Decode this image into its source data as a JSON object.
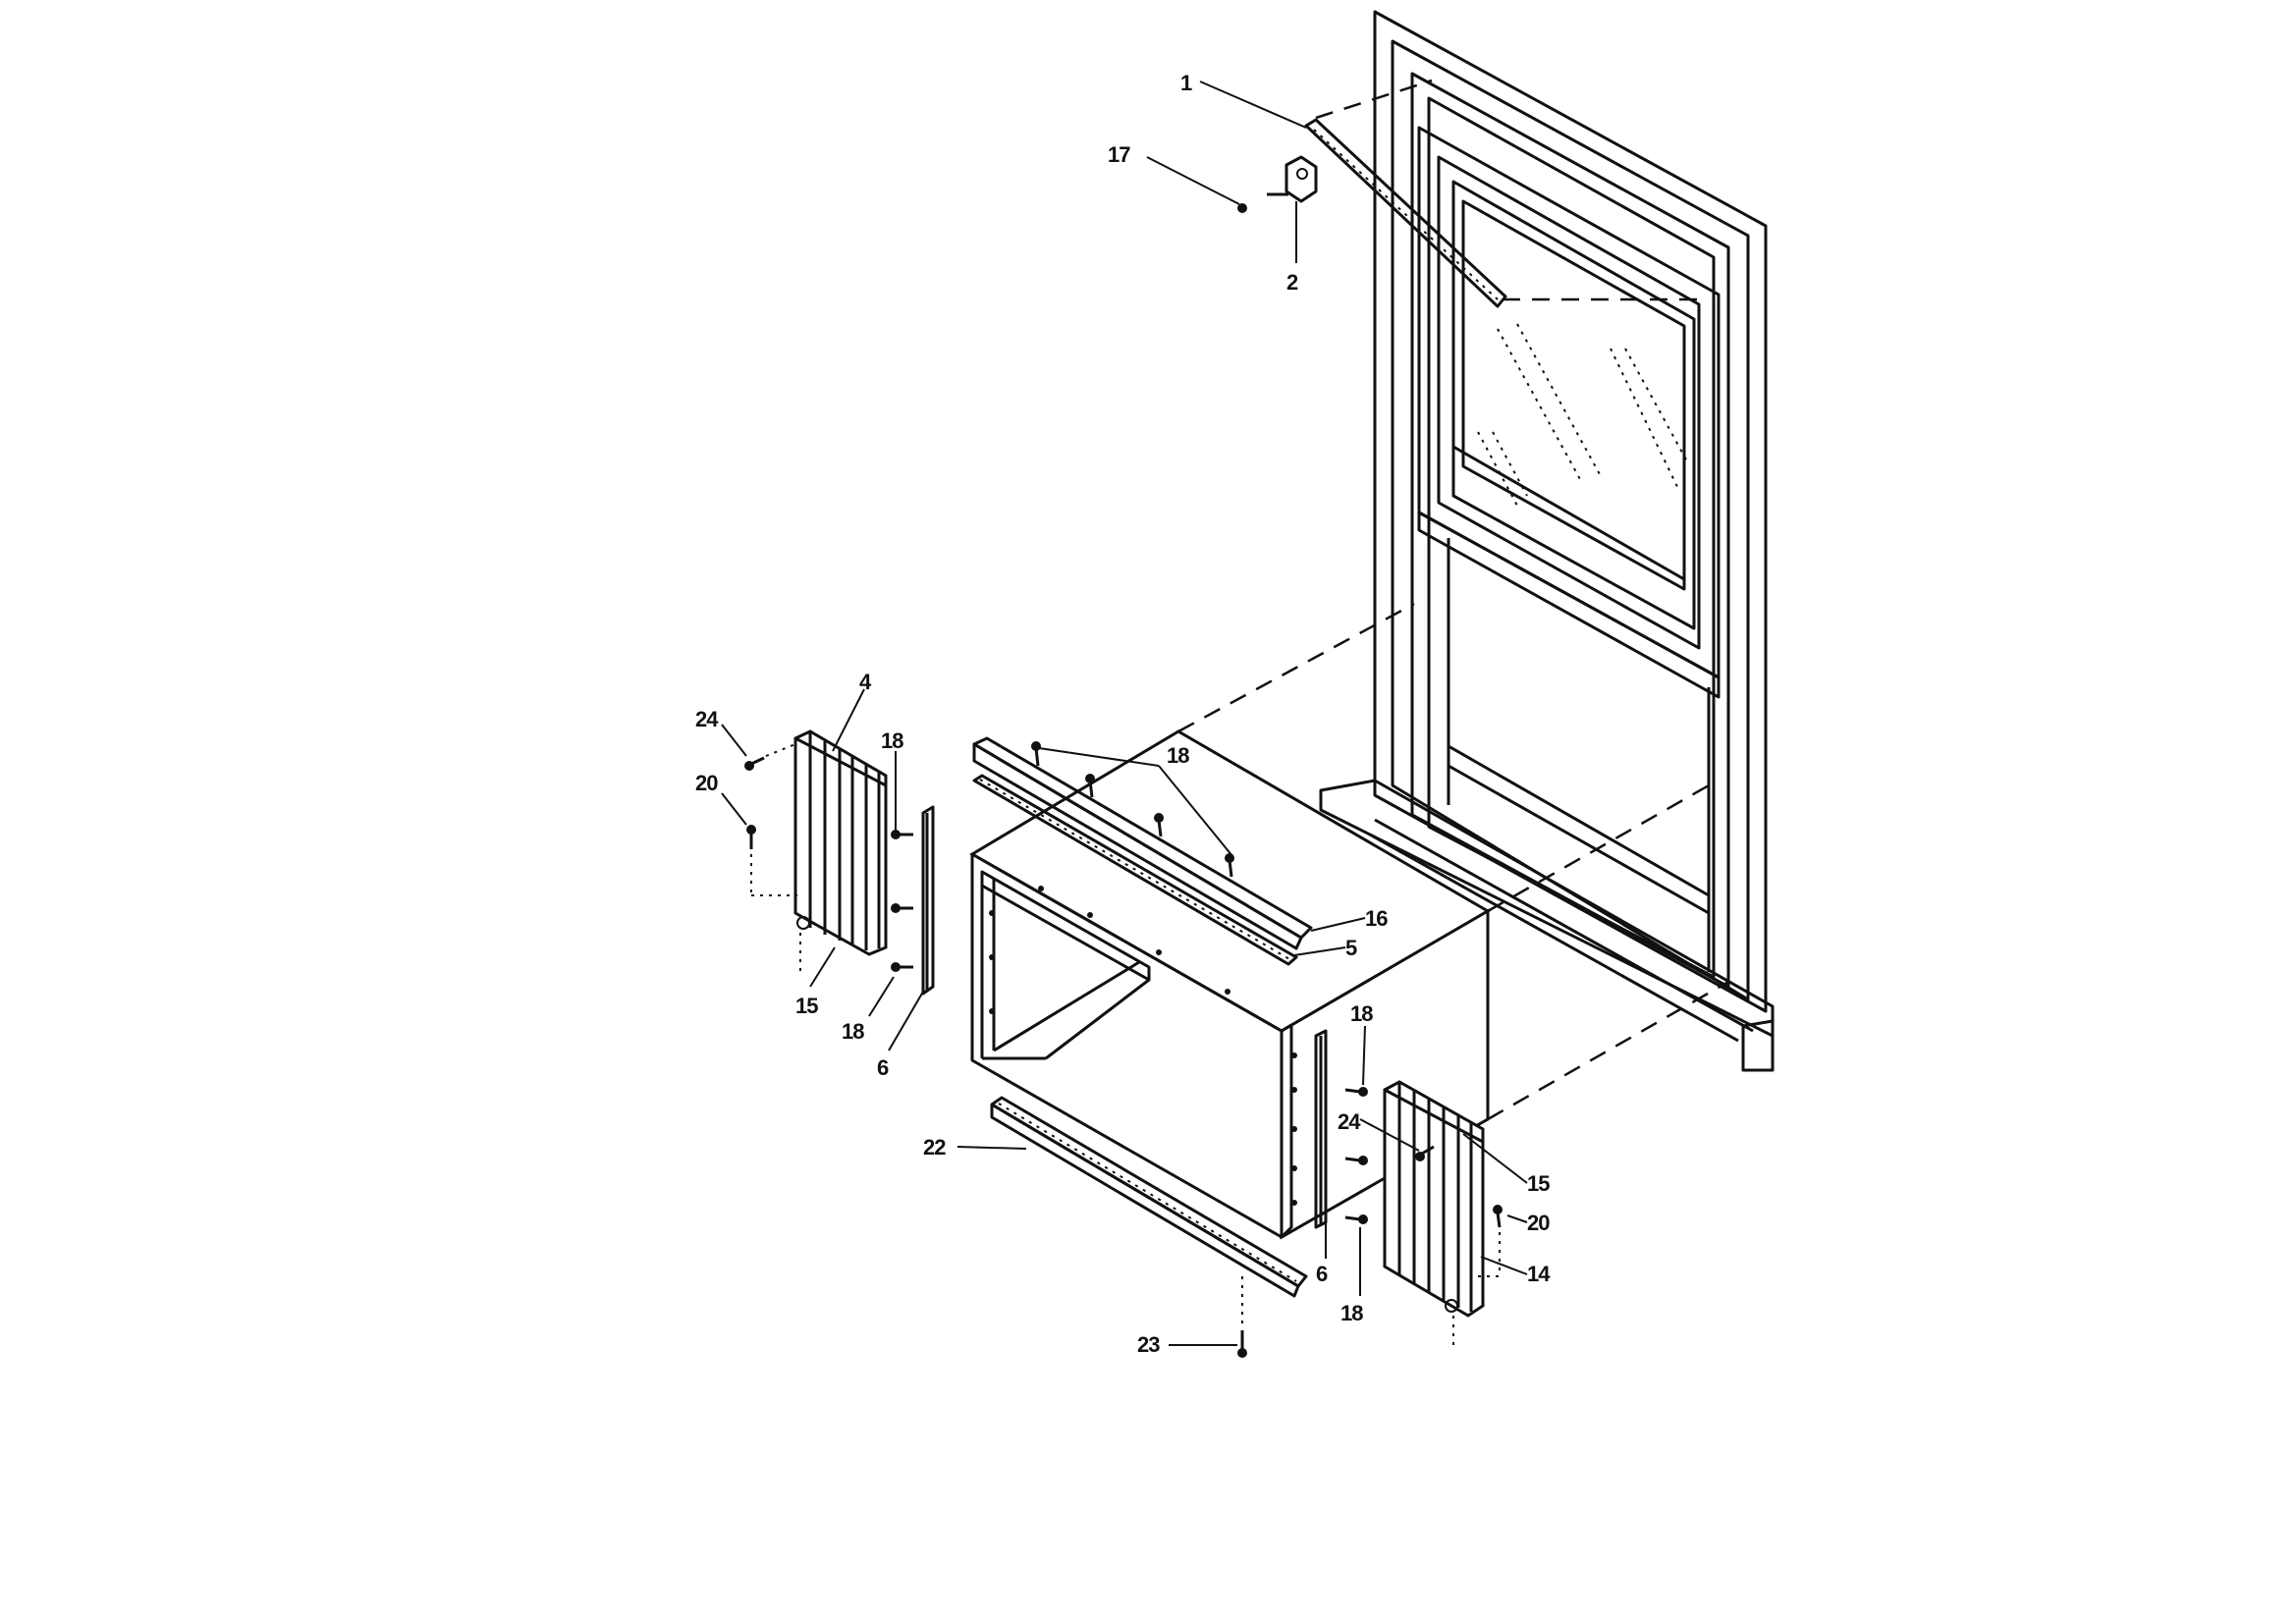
{
  "labels": {
    "p1": "1",
    "p17": "17",
    "p2": "2",
    "p4": "4",
    "p24a": "24",
    "p20a": "20",
    "p18a": "18",
    "p15a": "15",
    "p18b": "18",
    "p6a": "6",
    "p18c": "18",
    "p16": "16",
    "p5": "5",
    "p18d": "18",
    "p24b": "24",
    "p15b": "15",
    "p20b": "20",
    "p14": "14",
    "p6b": "6",
    "p18e": "18",
    "p22": "22",
    "p23": "23"
  }
}
